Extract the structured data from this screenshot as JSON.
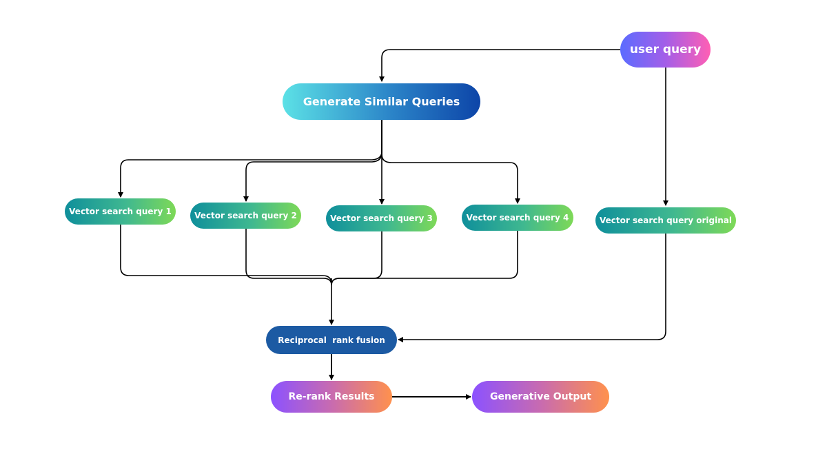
{
  "nodes": {
    "user_query": "user query",
    "generate_similar": "Generate Similar Queries",
    "vector_search_1": "Vector search query 1",
    "vector_search_2": "Vector search query 2",
    "vector_search_3": "Vector search query 3",
    "vector_search_4": "Vector search query 4",
    "vector_search_original": "Vector search query original",
    "reciprocal_rank_fusion": "Reciprocal  rank fusion",
    "rerank_results": "Re-rank Results",
    "generative_output": "Generative Output"
  },
  "edges": [
    {
      "from": "user_query",
      "to": "generate_similar"
    },
    {
      "from": "user_query",
      "to": "vector_search_original"
    },
    {
      "from": "generate_similar",
      "to": "vector_search_1"
    },
    {
      "from": "generate_similar",
      "to": "vector_search_2"
    },
    {
      "from": "generate_similar",
      "to": "vector_search_3"
    },
    {
      "from": "generate_similar",
      "to": "vector_search_4"
    },
    {
      "from": "vector_search_1",
      "to": "reciprocal_rank_fusion"
    },
    {
      "from": "vector_search_2",
      "to": "reciprocal_rank_fusion"
    },
    {
      "from": "vector_search_3",
      "to": "reciprocal_rank_fusion"
    },
    {
      "from": "vector_search_4",
      "to": "reciprocal_rank_fusion"
    },
    {
      "from": "vector_search_original",
      "to": "reciprocal_rank_fusion"
    },
    {
      "from": "reciprocal_rank_fusion",
      "to": "rerank_results"
    },
    {
      "from": "rerank_results",
      "to": "generative_output"
    }
  ],
  "colors": {
    "connector": "#000000",
    "rrf_fill": "#1c5aa3",
    "text": "#ffffff"
  }
}
